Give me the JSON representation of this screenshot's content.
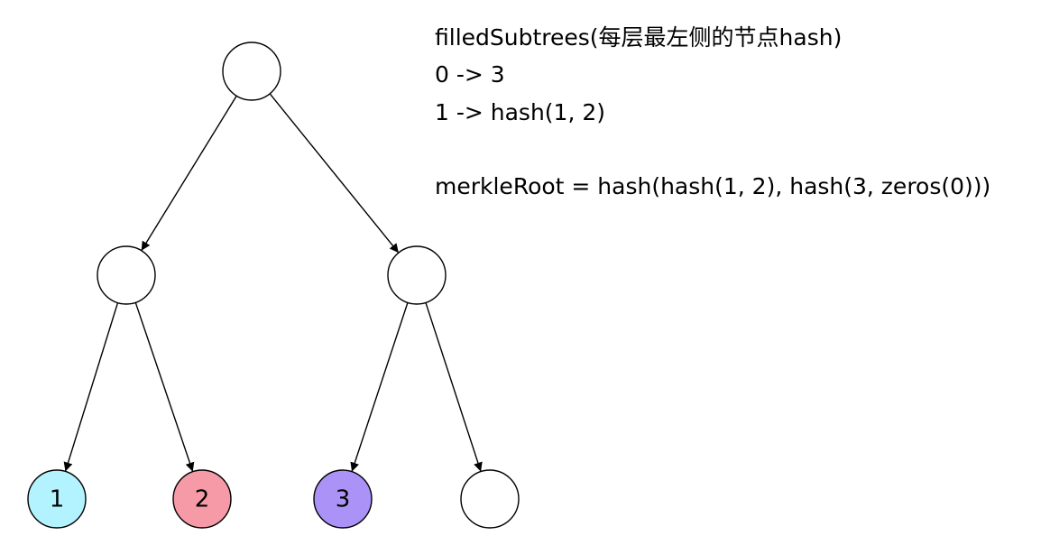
{
  "info": {
    "title": "filledSubtrees(每层最左侧的节点hash)",
    "line1": "0 -> 3",
    "line2": "1 -> hash(1, 2)",
    "root_formula": "merkleRoot = hash(hash(1, 2), hash(3, zeros(0)))"
  },
  "tree": {
    "nodes": [
      {
        "id": "root",
        "label": "",
        "fill": "#ffffff"
      },
      {
        "id": "level1-left",
        "label": "",
        "fill": "#ffffff"
      },
      {
        "id": "level1-right",
        "label": "",
        "fill": "#ffffff"
      },
      {
        "id": "leaf-1",
        "label": "1",
        "fill": "#b3f3ff"
      },
      {
        "id": "leaf-2",
        "label": "2",
        "fill": "#f69aa8"
      },
      {
        "id": "leaf-3",
        "label": "3",
        "fill": "#ab92f7"
      },
      {
        "id": "leaf-4",
        "label": "",
        "fill": "#ffffff"
      }
    ],
    "edges": [
      {
        "from": "root",
        "to": "level1-left"
      },
      {
        "from": "root",
        "to": "level1-right"
      },
      {
        "from": "level1-left",
        "to": "leaf-1"
      },
      {
        "from": "level1-left",
        "to": "leaf-2"
      },
      {
        "from": "level1-right",
        "to": "leaf-3"
      },
      {
        "from": "level1-right",
        "to": "leaf-4"
      }
    ],
    "stroke_color": "#000000"
  }
}
